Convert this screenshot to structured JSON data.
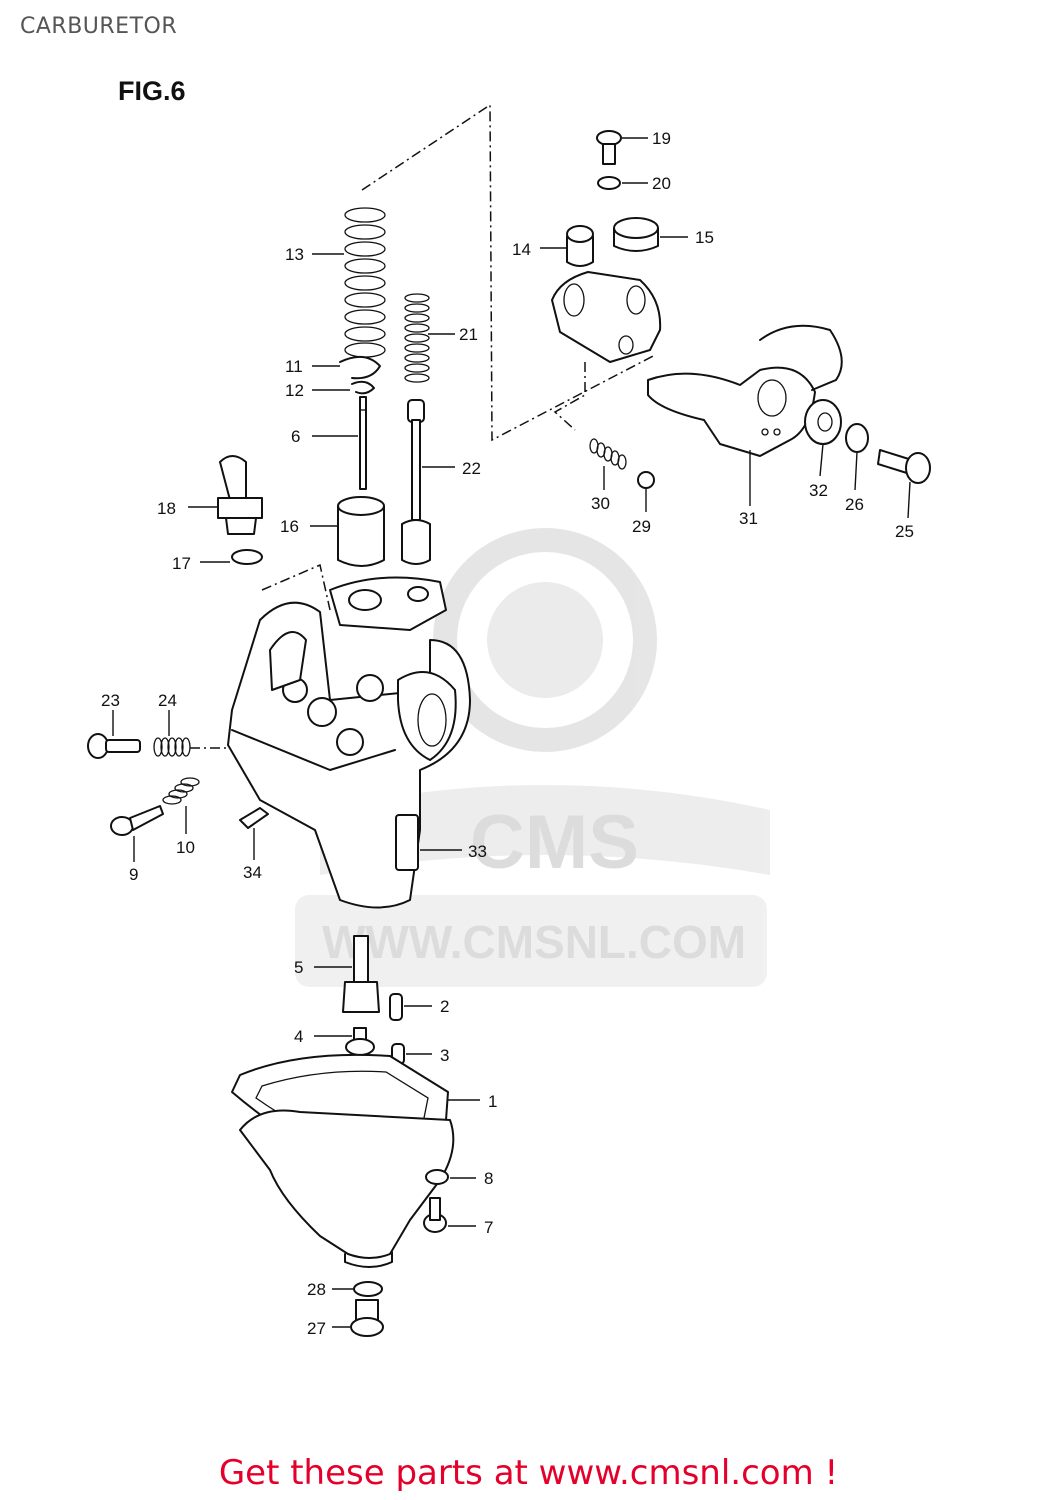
{
  "page": {
    "title": "CARBURETOR",
    "figure_label": "FIG.6",
    "footer_link": "Get these parts at www.cmsnl.com !"
  },
  "watermark": {
    "brand": "CMS",
    "url": "WWW.CMSNL.COM"
  },
  "diagram": {
    "callouts": [
      "1",
      "2",
      "3",
      "4",
      "5",
      "6",
      "7",
      "8",
      "9",
      "10",
      "11",
      "12",
      "13",
      "14",
      "15",
      "16",
      "17",
      "18",
      "19",
      "20",
      "21",
      "22",
      "23",
      "24",
      "25",
      "26",
      "27",
      "28",
      "29",
      "30",
      "31",
      "32",
      "33",
      "34"
    ]
  },
  "colors": {
    "title": "#555555",
    "footer": "#e4002b",
    "watermark": "#d9d9d9",
    "ink": "#111111"
  }
}
